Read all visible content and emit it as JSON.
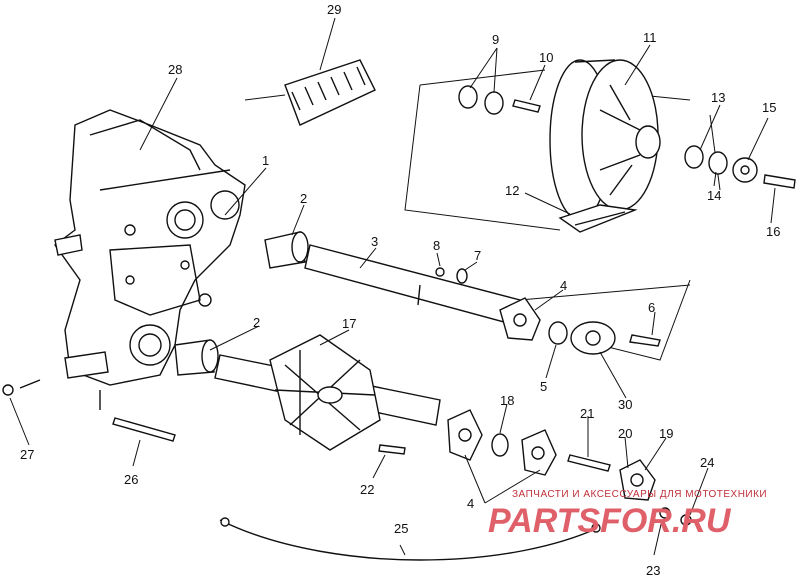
{
  "callouts": [
    "29",
    "28",
    "9",
    "10",
    "11",
    "13",
    "15",
    "1",
    "2",
    "3",
    "8",
    "7",
    "4",
    "6",
    "14",
    "16",
    "12",
    "2",
    "17",
    "5",
    "30",
    "18",
    "21",
    "20",
    "19",
    "24",
    "27",
    "26",
    "22",
    "4",
    "25",
    "23"
  ],
  "watermark": {
    "line1": "ЗАПЧАСТИ И АКСЕССУАРЫ ДЛЯ МОТОТЕХНИКИ",
    "line2": "PARTSFOR.RU"
  },
  "colors": {
    "ink": "#111111",
    "watermark": "#e0606a"
  }
}
